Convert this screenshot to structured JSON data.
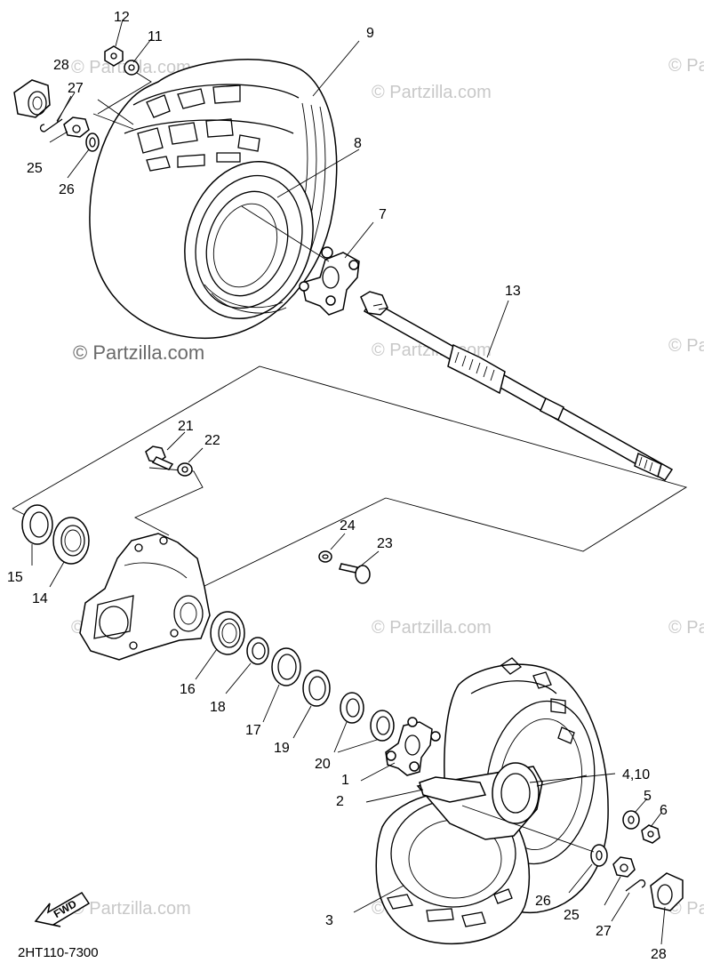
{
  "diagram": {
    "code": "2HT110-7300",
    "fwd_label": "FWD",
    "watermark_small": "© Partzilla.com",
    "watermark_main": "© Partzilla.com"
  },
  "callouts": {
    "c1": "1",
    "c2": "2",
    "c3": "3",
    "c4_10": "4,10",
    "c5": "5",
    "c6": "6",
    "c7": "7",
    "c8": "8",
    "c9": "9",
    "c11": "11",
    "c12": "12",
    "c13": "13",
    "c14": "14",
    "c15": "15",
    "c16": "16",
    "c17": "17",
    "c18": "18",
    "c19": "19",
    "c20": "20",
    "c21": "21",
    "c22": "22",
    "c23": "23",
    "c24": "24",
    "c25_top": "25",
    "c26_top": "26",
    "c27_top": "27",
    "c28_top": "28",
    "c25_bot": "25",
    "c26_bot": "26",
    "c27_bot": "27",
    "c28_bot": "28"
  },
  "colors": {
    "line": "#000000",
    "watermark": "#c8c8c8",
    "background": "#ffffff"
  }
}
